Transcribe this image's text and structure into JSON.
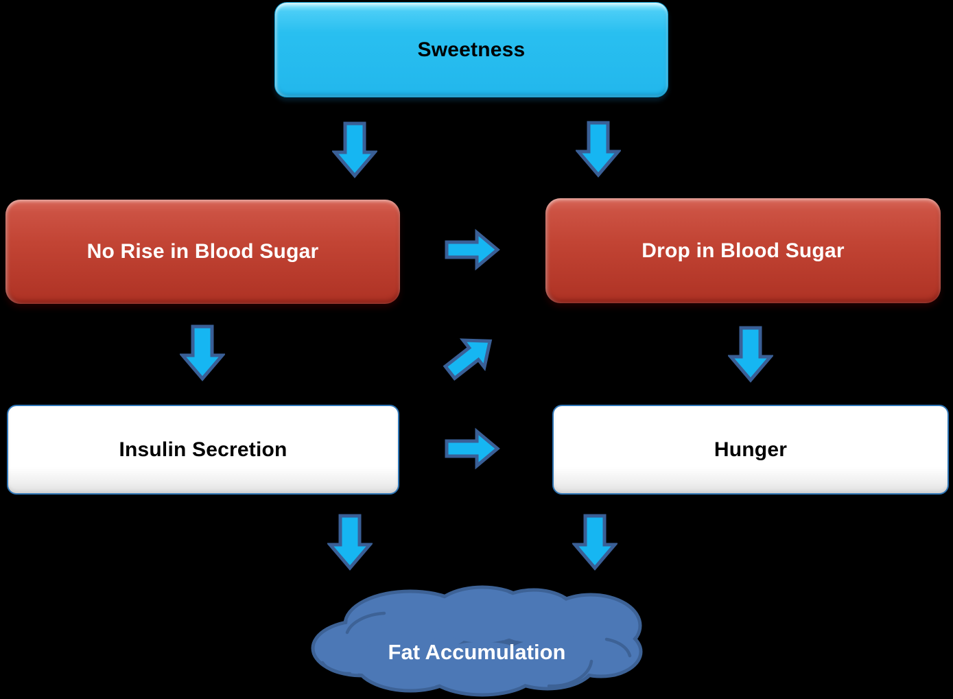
{
  "title": "Sweetness flowchart",
  "colors": {
    "background": "#000000",
    "cyan_node_fill": "#29BFF0",
    "red_node_fill": "#C24434",
    "white_node_fill": "#FFFFFF",
    "white_node_border": "#2E75B6",
    "cloud_fill": "#4C78B6",
    "cloud_outline": "#3D6296",
    "arrow_fill": "#16B6F2",
    "arrow_outline": "#3A5F96"
  },
  "diagram": {
    "nodes": {
      "sweetness": {
        "label": "Sweetness",
        "shape": "rounded-rectangle",
        "fill": "#29BFF0",
        "text_color": "#000000"
      },
      "no_rise": {
        "label": "No Rise in Blood Sugar",
        "shape": "rounded-rectangle",
        "fill": "#C24434",
        "text_color": "#FFFFFF"
      },
      "drop": {
        "label": "Drop in Blood Sugar",
        "shape": "rounded-rectangle",
        "fill": "#C24434",
        "text_color": "#FFFFFF"
      },
      "insulin": {
        "label": "Insulin Secretion",
        "shape": "rounded-rectangle",
        "fill": "#FFFFFF",
        "text_color": "#000000"
      },
      "hunger": {
        "label": "Hunger",
        "shape": "rounded-rectangle",
        "fill": "#FFFFFF",
        "text_color": "#000000"
      },
      "fat": {
        "label": "Fat Accumulation",
        "shape": "cloud",
        "fill": "#4C78B6",
        "text_color": "#FFFFFF"
      }
    },
    "edges": [
      {
        "from": "sweetness",
        "to": "no_rise",
        "direction": "down"
      },
      {
        "from": "sweetness",
        "to": "drop",
        "direction": "down"
      },
      {
        "from": "no_rise",
        "to": "drop",
        "direction": "right"
      },
      {
        "from": "no_rise",
        "to": "insulin",
        "direction": "down"
      },
      {
        "from": "insulin",
        "to": "drop",
        "direction": "up-right"
      },
      {
        "from": "drop",
        "to": "hunger",
        "direction": "down"
      },
      {
        "from": "insulin",
        "to": "hunger",
        "direction": "right"
      },
      {
        "from": "insulin",
        "to": "fat",
        "direction": "down"
      },
      {
        "from": "hunger",
        "to": "fat",
        "direction": "down"
      }
    ]
  }
}
